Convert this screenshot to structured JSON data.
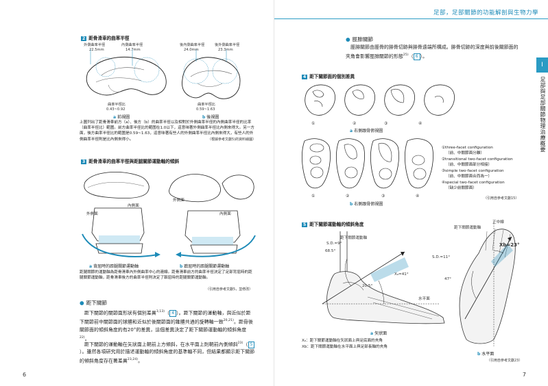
{
  "header": {
    "running_head": "足部，足部關節的功能解剖與生物力學",
    "chapter_tab": "I",
    "chapter_title": "足部與足部關節物理治療概要"
  },
  "left_page": {
    "page_number": "6",
    "fig2": {
      "number": "2",
      "title": "距骨滑車的曲率半徑",
      "a": {
        "lateral_label": "外側曲率半徑",
        "lateral_value": "22.5mm",
        "medial_label": "內側曲率半徑",
        "medial_value": "14.7mm",
        "ratio_label": "曲率半徑比",
        "ratio_value": "0.43~0.92",
        "caption_letter": "a",
        "caption": "前視圖"
      },
      "b": {
        "posterior_label": "後內側曲率半徑",
        "posterior_value": "24.0mm",
        "lateral_label": "後外側曲率半徑",
        "lateral_value": "23.3mm",
        "ratio_label": "曲率半徑比",
        "ratio_value": "0.59~1.63",
        "caption_letter": "b",
        "caption": "後視圖"
      },
      "text": "上圖列出了距骨滑車前方（a）、後方（b）的曲率半徑以及相對於外側曲率半徑的內側曲率半徑的比率（曲率半徑比）範圍。前方曲率半徑比的範圍在1.0以下，這意味著外側曲率半徑比內側來得大。另一方面，後方曲率半徑比的範圍是0.59~1.63，這意味著有些人的外側曲率半徑比內側來得大，有些人的外側曲率半徑則是比內側來得小。",
      "reference": "（根據參考文獻5)的資料繪圖）"
    },
    "fig3": {
      "number": "3",
      "title": "距骨滑車的曲率半徑與距腿關節運動軸的傾斜",
      "a": {
        "medial": "內側面",
        "lateral": "外側面",
        "caption_letter": "a",
        "caption": "背屈時的距腿關節運動軸"
      },
      "b": {
        "medial": "內側面",
        "lateral": "外側面",
        "caption_letter": "b",
        "caption": "蹠屈時的距腿關節運動軸"
      },
      "text": "距腿關節的運動軸為距骨滑車內外側曲率中心的連線。距骨滑車前方的曲率半徑決定了足部背屈時的距腿關節運動軸，距骨滑車後方的曲率半徑則決定了蹠屈時的距腿關節運動軸。",
      "reference": "（引用自參考文獻5，並修改）"
    },
    "section": {
      "title": "距下關節",
      "p1a": "距下關節的關節面形狀有個別差異",
      "p1_sup1": "3,13)",
      "p1_cite": "4",
      "p1b": "。距下關節的運動軸，與近似於距下關節前中關節面的球體和近似於後關節面的錐體共通的旋轉軸一致",
      "p1_sup2": "20,21)",
      "p1c": "。距骨後關節面的傾斜角度約有20°的差異，這個差異決定了距下關節運動軸的傾斜角度",
      "p1_sup3": "22)",
      "p1d": "。",
      "p2a": "距下關節的運動軸在矢狀面上朝前上方傾斜，在水平面上則朝前內側傾斜",
      "p2_sup1": "23)",
      "p2_cite": "5",
      "p2b": "。雖然各項研究用於描述運動軸的傾斜角度的基準軸不同，但結果都顯示距下關節的傾斜角度存在著差異",
      "p2_sup2": "23,24)",
      "p2c": "。"
    }
  },
  "right_page": {
    "page_number": "7",
    "section": {
      "title": "脛腓關節",
      "p1a": "脛腓關節由脛骨的腓骨切跡與腓骨遠端所構成。腓骨切跡的深度與前後關節面的夾角會影響脛腓關節的形態",
      "p1_sup": "25)",
      "p1_cite": "6",
      "p1b": "。"
    },
    "fig4": {
      "number": "4",
      "title": "距下關節面的個別差異",
      "a": {
        "caption_letter": "a",
        "caption": "右側跟骨俯視圖",
        "nums": [
          "①",
          "②",
          "③",
          "④"
        ]
      },
      "b": {
        "caption_letter": "b",
        "caption": "右側跟骨俯視圖",
        "nums": [
          "①",
          "②",
          "③",
          "④"
        ]
      },
      "legend": [
        "①three-facet configuration",
        "（前、中關節面分離）",
        "②transitional two-facet configuration",
        "（前、中關節面部分相接）",
        "③simple two-facet configuration",
        "（前、中關節面合而為一）",
        "④special two-facet configuration",
        "（缺少前關節面）"
      ],
      "reference": "（引用自參考文獻15）"
    },
    "fig5": {
      "number": "5",
      "title": "距下關節運動軸的傾斜角度",
      "a": {
        "axis_label": "距下關節運動軸",
        "sd": "S.D.=9°",
        "angle_large": "68.5°",
        "angle_small": "20.5°",
        "xa": "Xₐ=41°",
        "horizontal": "水平面",
        "caption_letter": "a",
        "caption": "矢狀面"
      },
      "b": {
        "axis_label": "距下關節運動軸",
        "midline": "正中線",
        "sd": "S.D.=11°",
        "xb": "Xb=23°",
        "angle": "47°",
        "caption_letter": "b",
        "caption": "水平面"
      },
      "note1": "Xₐ：距下關節運動軸在矢狀面上與足底面的夾角",
      "note2": "Xb：距下關節運動軸在水平面上與足部長軸的夾角",
      "reference": "（引用自參考文獻23）"
    }
  }
}
